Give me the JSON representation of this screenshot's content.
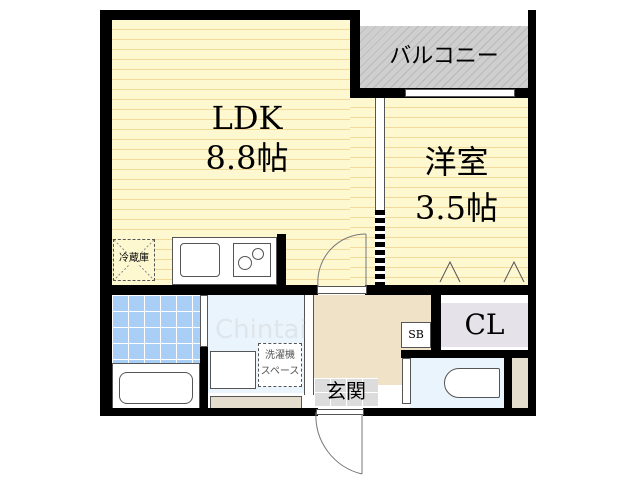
{
  "plan": {
    "colors": {
      "wall": "#000000",
      "wood_floor": "#fdf8d0",
      "wood_line": "#f3d99a",
      "balcony": "#cfcfcf",
      "bath_tile": "#a9cff7",
      "washroom": "#eaf4fd",
      "entrance": "#efe2c7",
      "closet": "#e6e2ea",
      "toilet": "#eaf4fd"
    },
    "rooms": {
      "ldk": {
        "name": "LDK",
        "size": "8.8帖"
      },
      "western": {
        "name": "洋室",
        "size": "3.5帖"
      },
      "balcony": {
        "name": "バルコニー"
      },
      "closet": {
        "name": "CL"
      },
      "shoe_box": {
        "name": "SB"
      },
      "entrance": {
        "name": "玄関"
      },
      "fridge": {
        "name": "冷蔵庫"
      },
      "washer": {
        "line1": "洗濯機",
        "line2": "スペース"
      }
    },
    "watermark": "Chintai"
  }
}
